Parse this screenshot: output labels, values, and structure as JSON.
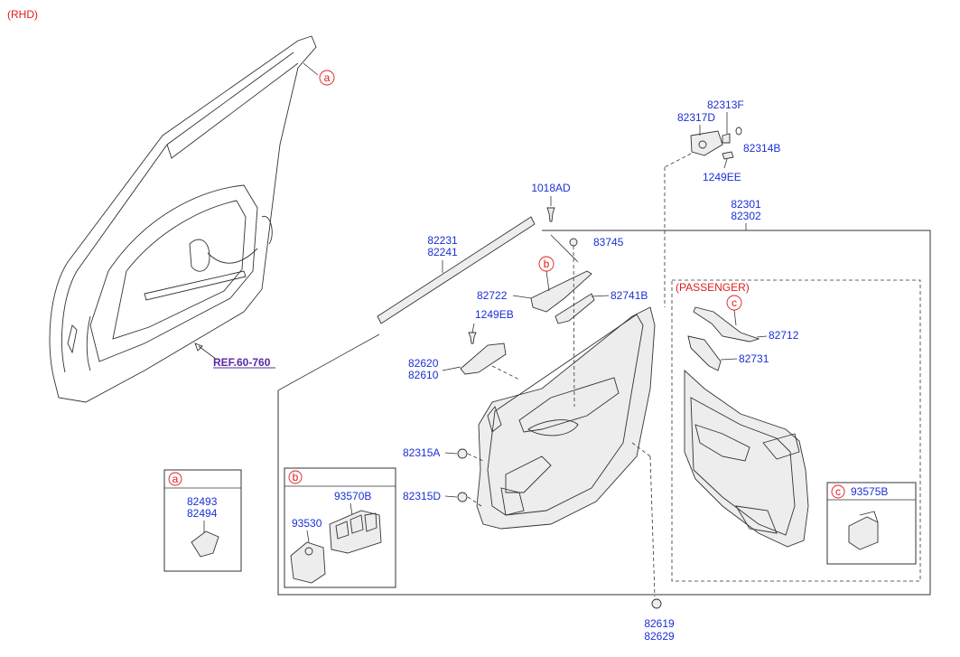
{
  "header": {
    "variant": "(RHD)"
  },
  "callouts": {
    "a": "a",
    "b": "b",
    "c": "c"
  },
  "labels": {
    "ref": "REF.60-760",
    "p1018AD": "1018AD",
    "p82231": "82231",
    "p82241": "82241",
    "p83745": "83745",
    "p82722": "82722",
    "p82741B": "82741B",
    "p1249EB": "1249EB",
    "p82620": "82620",
    "p82610": "82610",
    "p82315A": "82315A",
    "p82315D": "82315D",
    "p82301": "82301",
    "p82302": "82302",
    "p82313F": "82313F",
    "p82317D": "82317D",
    "p82314B": "82314B",
    "p1249EE": "1249EE",
    "passenger": "(PASSENGER)",
    "p82712": "82712",
    "p82731": "82731",
    "p93575B": "93575B",
    "p82493": "82493",
    "p82494": "82494",
    "p93570B": "93570B",
    "p93530": "93530",
    "p82619": "82619",
    "p82629": "82629"
  }
}
